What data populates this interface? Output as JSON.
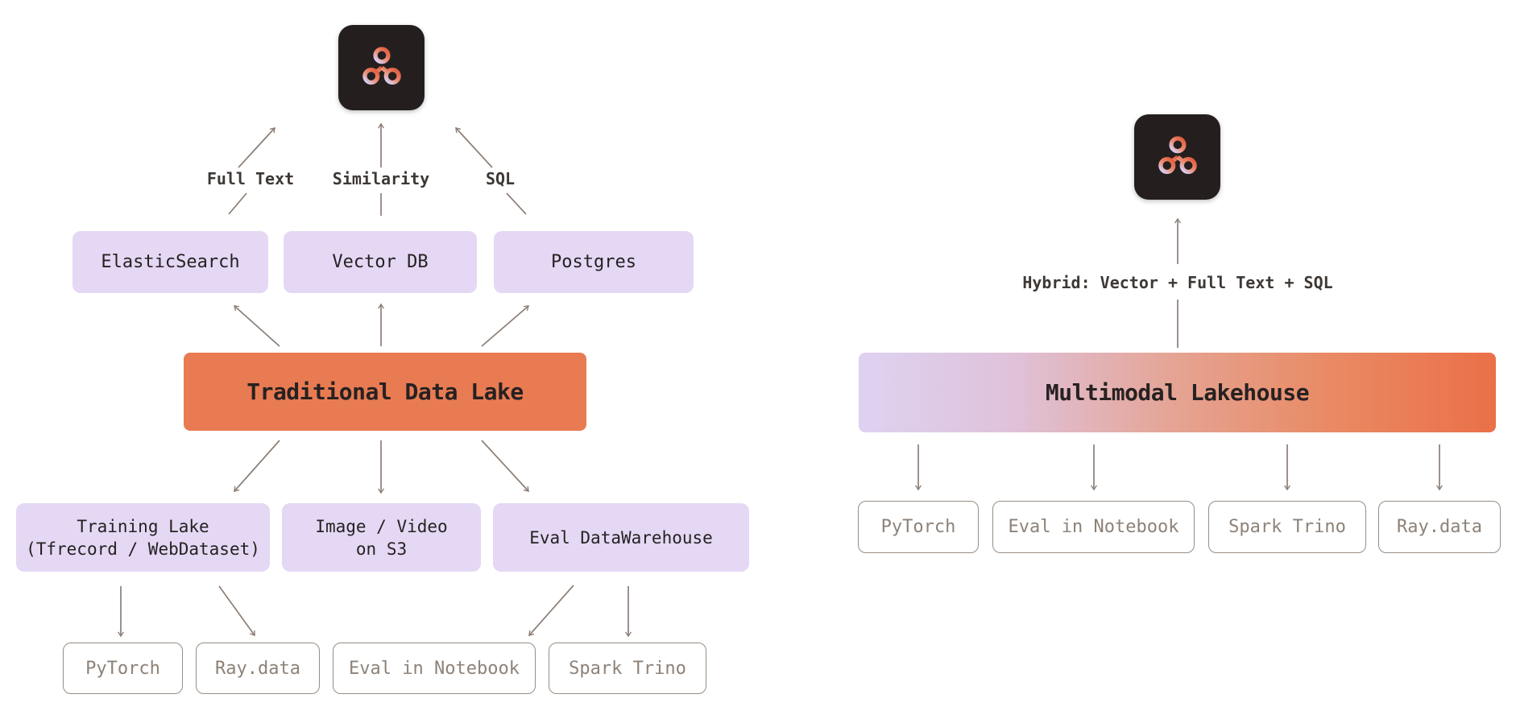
{
  "left_diagram": {
    "title_box": {
      "label": "Traditional Data Lake"
    },
    "query_labels": [
      {
        "label": "Full Text"
      },
      {
        "label": "Similarity"
      },
      {
        "label": "SQL"
      }
    ],
    "engines": [
      {
        "label": "ElasticSearch"
      },
      {
        "label": "Vector DB"
      },
      {
        "label": "Postgres"
      }
    ],
    "stores": [
      {
        "line1": "Training Lake",
        "line2": "(Tfrecord / WebDataset)"
      },
      {
        "line1": "Image / Video",
        "line2": "on S3"
      },
      {
        "line1": "Eval DataWarehouse",
        "line2": ""
      }
    ],
    "consumers": [
      {
        "label": "PyTorch"
      },
      {
        "label": "Ray.data"
      },
      {
        "label": "Eval in Notebook"
      },
      {
        "label": "Spark Trino"
      }
    ]
  },
  "right_diagram": {
    "title_box": {
      "label": "Multimodal Lakehouse"
    },
    "query_label": "Hybrid: Vector + Full Text + SQL",
    "consumers": [
      {
        "label": "PyTorch"
      },
      {
        "label": "Eval in Notebook"
      },
      {
        "label": "Spark Trino"
      },
      {
        "label": "Ray.data"
      }
    ]
  },
  "icons": {
    "left_logo": "lancedb-molecule-logo",
    "right_logo": "lancedb-molecule-logo"
  },
  "colors": {
    "ink": "#272122",
    "muted": "#8d8278",
    "label": "#3e3835",
    "line": "#8b7f77",
    "line_strong": "#988d83",
    "purple": "#e5d8f4",
    "orange": "#e87b52",
    "icon_bg": "#241f1e",
    "grad_0": "#ded2f1",
    "grad_1": "#dfc2da",
    "grad_2": "#e5a392",
    "grad_3": "#e98a64",
    "grad_4": "#ea7048",
    "logo_lavender": "#d9cdf2",
    "logo_salmon": "#ea8d72",
    "logo_orange": "#e35f43"
  }
}
